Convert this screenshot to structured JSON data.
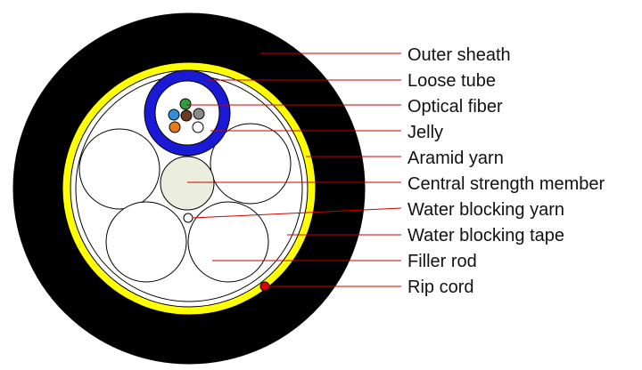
{
  "colors": {
    "outer_sheath": "#000000",
    "aramid_yarn": "#ffff00",
    "loose_tube": "#1a1ad6",
    "central_strength_member": "#ebeedd",
    "leader_line": "#cc0000",
    "rip_cord": "#dd0000"
  },
  "fiber_colors": [
    "#2e9e3e",
    "#2f8fd6",
    "#6b3b1e",
    "#8a8a8a",
    "#e87a1e",
    "#ffffff"
  ],
  "labels": {
    "outer_sheath": "Outer sheath",
    "loose_tube": "Loose tube",
    "optical_fiber": "Optical fiber",
    "jelly": "Jelly",
    "aramid_yarn": "Aramid yarn",
    "central_strength_member": "Central strength member",
    "water_blocking_yarn": "Water blocking yarn",
    "water_blocking_tape": "Water blocking tape",
    "filler_rod": "Filler rod",
    "rip_cord": "Rip cord"
  }
}
